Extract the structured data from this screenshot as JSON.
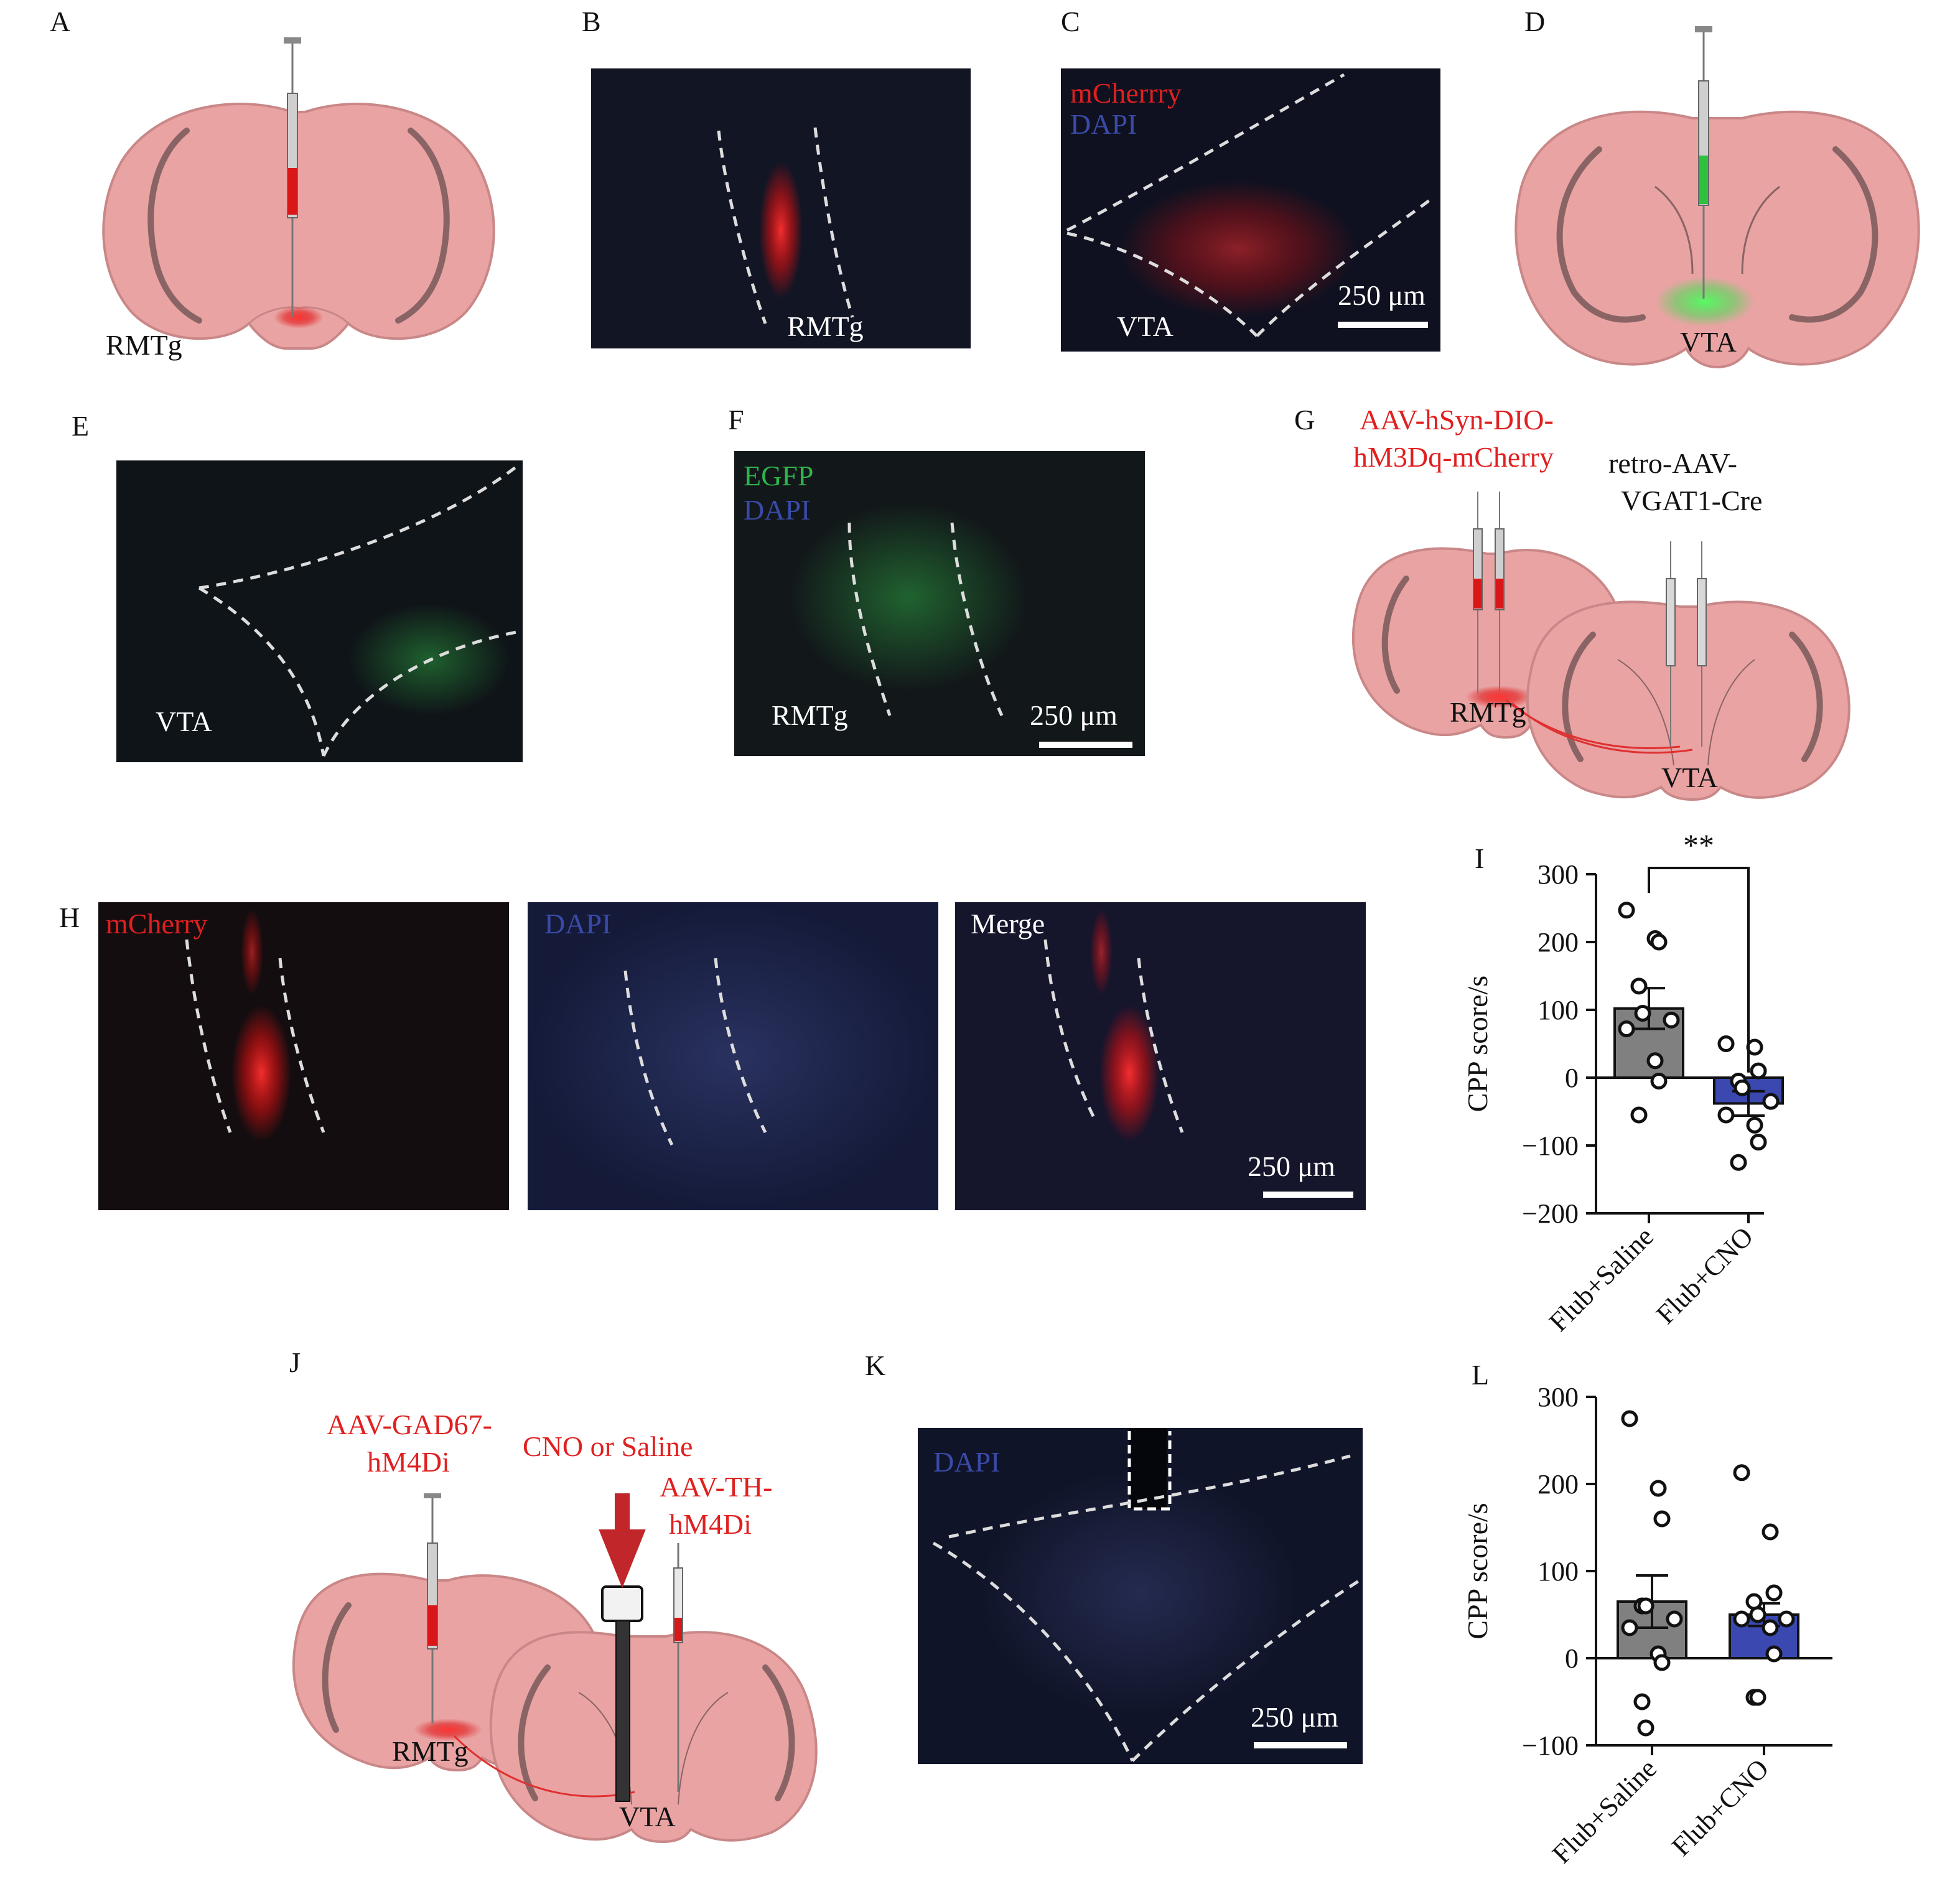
{
  "colors": {
    "brain_fill": "#e9a3a3",
    "brain_stroke": "#c98787",
    "brain_dark": "#8a6464",
    "micro_bg": "#101320",
    "micro_bg_dark": "#0e0f18",
    "dash": "#dddddd",
    "red_label": "#e02020",
    "blue_label": "#3a4aa8",
    "green_label": "#2fb54a",
    "bar_saline": "#808080",
    "bar_cno": "#3a48b0",
    "axis": "#111111"
  },
  "panels": {
    "A": {
      "letter": "A",
      "region": "RMTg"
    },
    "B": {
      "letter": "B",
      "region": "RMTg"
    },
    "C": {
      "letter": "C",
      "stain1": "mCherrry",
      "stain2": "DAPI",
      "region": "VTA",
      "scale": "250 μm"
    },
    "D": {
      "letter": "D",
      "region": "VTA"
    },
    "E": {
      "letter": "E",
      "region": "VTA"
    },
    "F": {
      "letter": "F",
      "stain1": "EGFP",
      "stain2": "DAPI",
      "region": "RMTg",
      "scale": "250 μm"
    },
    "G": {
      "letter": "G",
      "virus1_line1": "AAV-hSyn-DIO-",
      "virus1_line2": "hM3Dq-mCherry",
      "virus2_line1": "retro-AAV-",
      "virus2_line2": "VGAT1-Cre",
      "region1": "RMTg",
      "region2": "VTA"
    },
    "H": {
      "letter": "H",
      "label1": "mCherry",
      "label2": "DAPI",
      "label3": "Merge",
      "scale": "250 μm"
    },
    "J": {
      "letter": "J",
      "virus1_line1": "AAV-GAD67-",
      "virus1_line2": "hM4Di",
      "drug": "CNO or Saline",
      "virus2_line1": "AAV-TH-",
      "virus2_line2": "hM4Di",
      "region1": "RMTg",
      "region2": "VTA"
    },
    "K": {
      "letter": "K",
      "stain": "DAPI",
      "scale": "250 μm"
    }
  },
  "chart_data": [
    {
      "type": "bar",
      "letter": "I",
      "categories": [
        "Flub+Saline",
        "Flub+CNO"
      ],
      "values": [
        102,
        -38
      ],
      "errors": [
        30,
        18
      ],
      "points": [
        [
          247,
          205,
          200,
          135,
          95,
          85,
          72,
          25,
          -5,
          -55
        ],
        [
          50,
          45,
          10,
          -5,
          -15,
          -35,
          -55,
          -70,
          -95,
          -125
        ]
      ],
      "ylabel": "CPP score/s",
      "ylim": [
        -200,
        300
      ],
      "yticks": [
        300,
        200,
        100,
        0,
        -100,
        -200
      ],
      "ytick_labels": [
        "300",
        "200",
        "100",
        "0",
        "−100",
        "−200"
      ],
      "significance": "**"
    },
    {
      "type": "bar",
      "letter": "L",
      "categories": [
        "Flub+Saline",
        "Flub+CNO"
      ],
      "values": [
        65,
        50
      ],
      "errors": [
        30,
        13
      ],
      "points": [
        [
          275,
          195,
          160,
          60,
          60,
          45,
          35,
          5,
          -5,
          -50,
          -80
        ],
        [
          213,
          145,
          75,
          65,
          50,
          45,
          45,
          35,
          5,
          -45,
          -45
        ]
      ],
      "ylabel": "CPP score/s",
      "ylim": [
        -100,
        300
      ],
      "yticks": [
        300,
        200,
        100,
        0,
        -100
      ],
      "ytick_labels": [
        "300",
        "200",
        "100",
        "0",
        "−100"
      ]
    }
  ]
}
